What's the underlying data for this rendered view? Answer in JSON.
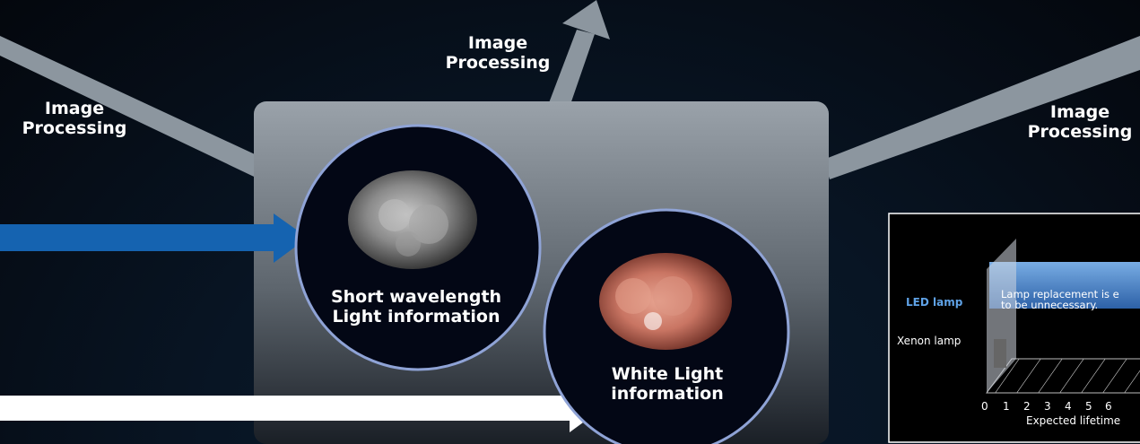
{
  "labels": {
    "image_processing_left": [
      "Image",
      "Processing"
    ],
    "image_processing_top": [
      "Image",
      "Processing"
    ],
    "image_processing_right": [
      "Image",
      "Processing"
    ]
  },
  "circles": {
    "short_wavelength": [
      "Short wavelength",
      "Light information"
    ],
    "white_light": [
      "White Light",
      "information"
    ]
  },
  "inset_chart": {
    "led_label": "LED lamp",
    "xenon_label": "Xenon lamp",
    "led_note": [
      "Lamp replacement is e",
      "to be unnecessary."
    ],
    "ticks": [
      "0",
      "1",
      "2",
      "3",
      "4",
      "5",
      "6"
    ],
    "xlabel": "Expected lifetime"
  },
  "colors": {
    "arrow_gray": "#8c969f",
    "blue_arrow": "#1563b0",
    "white_arrow": "#ffffff",
    "circle_border": "#8fa3d6",
    "led_bar": "#3a76c2",
    "led_label": "#5fa2e6"
  }
}
